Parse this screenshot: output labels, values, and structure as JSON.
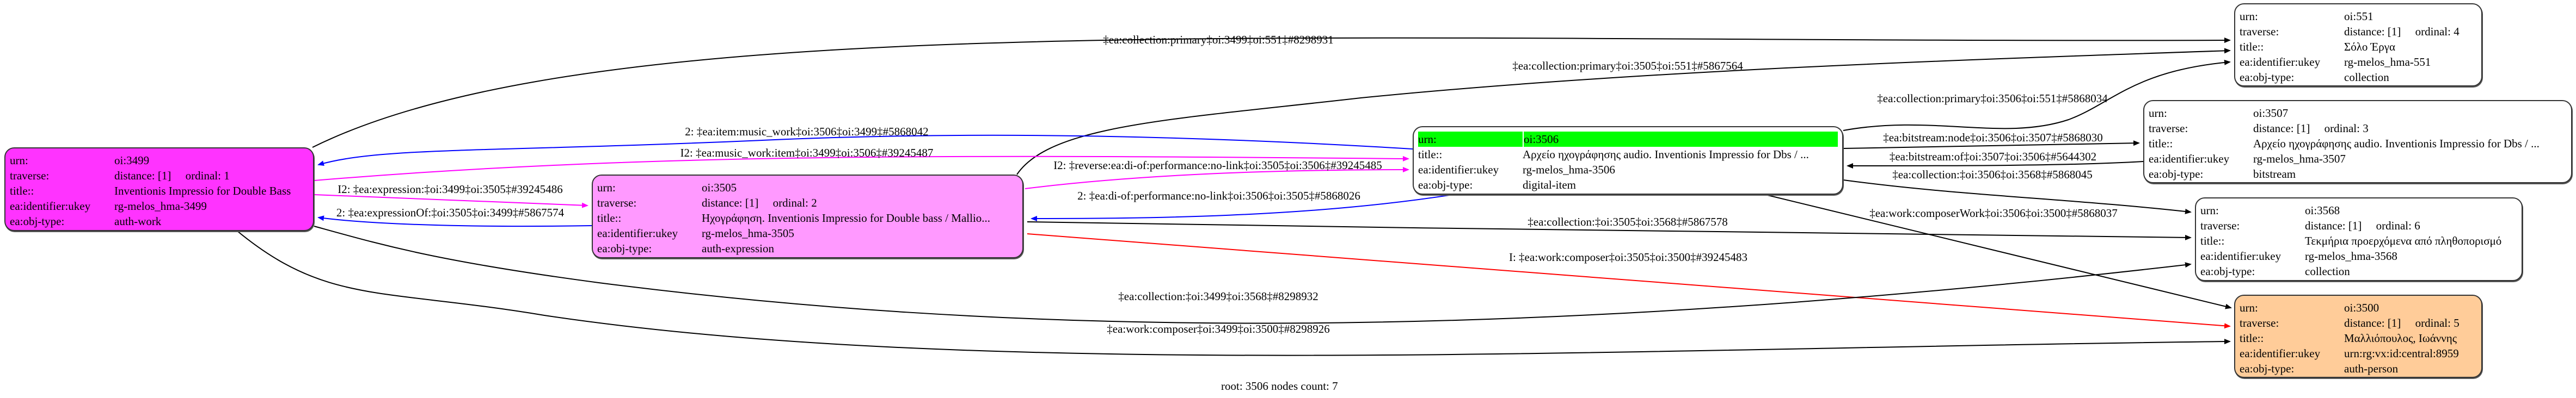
{
  "footer": "root: 3506 nodes count: 7",
  "colors": {
    "auth_work": "#ff33ff",
    "auth_expression": "#ff99ff",
    "root_highlight": "#00ff00",
    "auth_person": "#ffcc99",
    "default": "#ffffff",
    "edge_forward": "#000000",
    "edge_blue": "#0000ff",
    "edge_magenta": "#ff00ff",
    "edge_red": "#ff0000"
  },
  "field_labels": {
    "urn": "urn:",
    "traverse": "traverse:",
    "title": "title::",
    "ukey": "ea:identifier:ukey",
    "type": "ea:obj-type:"
  },
  "nodes": [
    {
      "id": "3499",
      "urn": "oi:3499",
      "traverse": "distance: [1]     ordinal: 1",
      "title": "Inventionis Impressio for Double Bass",
      "ukey": "rg-melos_hma-3499",
      "type": "auth-work",
      "color": "#ff33ff"
    },
    {
      "id": "3505",
      "urn": "oi:3505",
      "traverse": "distance: [1]     ordinal: 2",
      "title": "Ηχογράφηση. Inventionis Impressio for Double bass / Mallio...",
      "ukey": "rg-melos_hma-3505",
      "type": "auth-expression",
      "color": "#ff99ff"
    },
    {
      "id": "3506",
      "urn": "oi:3506",
      "title": "Αρχείο ηχογράφησης audio. Inventionis Impressio for Dbs / ...",
      "ukey": "rg-melos_hma-3506",
      "type": "digital-item",
      "color": "#ffffff",
      "root": true
    },
    {
      "id": "551",
      "urn": "oi:551",
      "traverse": "distance: [1]     ordinal: 4",
      "title": "Σόλο Έργα",
      "ukey": "rg-melos_hma-551",
      "type": "collection",
      "color": "#ffffff"
    },
    {
      "id": "3507",
      "urn": "oi:3507",
      "traverse": "distance: [1]     ordinal: 3",
      "title": "Αρχείο ηχογράφησης audio. Inventionis Impressio for Dbs / ...",
      "ukey": "rg-melos_hma-3507",
      "type": "bitstream",
      "color": "#ffffff"
    },
    {
      "id": "3568",
      "urn": "oi:3568",
      "traverse": "distance: [1]     ordinal: 6",
      "title": "Τεκμήρια προερχόμενα από πληθοπορισμό",
      "ukey": "rg-melos_hma-3568",
      "type": "collection",
      "color": "#ffffff"
    },
    {
      "id": "3500",
      "urn": "oi:3500",
      "traverse": "distance: [1]     ordinal: 5",
      "title": "Μαλλιόπουλος, Ιωάννης",
      "ukey": "urn:rg:vx:id:central:8959",
      "type": "auth-person",
      "color": "#ffcc99"
    }
  ],
  "edges": [
    {
      "from": "3499",
      "to": "551",
      "label": "‡ea:collection:primary‡oi:3499‡oi:551‡#8298931",
      "color": "#000000"
    },
    {
      "from": "3505",
      "to": "551",
      "label": "‡ea:collection:primary‡oi:3505‡oi:551‡#5867564",
      "color": "#000000"
    },
    {
      "from": "3506",
      "to": "551",
      "label": "‡ea:collection:primary‡oi:3506‡oi:551‡#5868034",
      "color": "#000000"
    },
    {
      "from": "3506",
      "to": "3499",
      "label": "2: ‡ea:item:music_work‡oi:3506‡oi:3499‡#5868042",
      "color": "#0000ff"
    },
    {
      "from": "3499",
      "to": "3506",
      "label": "I2: ‡ea:music_work:item‡oi:3499‡oi:3506‡#39245487",
      "color": "#ff00ff"
    },
    {
      "from": "3505",
      "to": "3506",
      "label": "I2: ‡reverse:ea:di-of:performance:no-link‡oi:3505‡oi:3506‡#39245485",
      "color": "#ff00ff"
    },
    {
      "from": "3506",
      "to": "3505",
      "label": "2: ‡ea:di-of:performance:no-link‡oi:3506‡oi:3505‡#5868026",
      "color": "#0000ff"
    },
    {
      "from": "3499",
      "to": "3505",
      "label": "I2: ‡ea:expression:‡oi:3499‡oi:3505‡#39245486",
      "color": "#ff00ff"
    },
    {
      "from": "3505",
      "to": "3499",
      "label": "2: ‡ea:expressionOf:‡oi:3505‡oi:3499‡#5867574",
      "color": "#0000ff"
    },
    {
      "from": "3506",
      "to": "3507",
      "label": "‡ea:bitstream:node‡oi:3506‡oi:3507‡#5868030",
      "color": "#000000"
    },
    {
      "from": "3507",
      "to": "3506",
      "label": "‡ea:bitstream:of‡oi:3507‡oi:3506‡#5644302",
      "color": "#000000"
    },
    {
      "from": "3506",
      "to": "3568",
      "label": "‡ea:collection:‡oi:3506‡oi:3568‡#5868045",
      "color": "#000000"
    },
    {
      "from": "3506",
      "to": "3500",
      "label": "‡ea:work:composerWork‡oi:3506‡oi:3500‡#5868037",
      "color": "#000000"
    },
    {
      "from": "3505",
      "to": "3568",
      "label": "‡ea:collection:‡oi:3505‡oi:3568‡#5867578",
      "color": "#000000"
    },
    {
      "from": "3505",
      "to": "3500",
      "label": "I: ‡ea:work:composer‡oi:3505‡oi:3500‡#39245483",
      "color": "#ff0000"
    },
    {
      "from": "3499",
      "to": "3568",
      "label": "‡ea:collection:‡oi:3499‡oi:3568‡#8298932",
      "color": "#000000"
    },
    {
      "from": "3499",
      "to": "3500",
      "label": "‡ea:work:composer‡oi:3499‡oi:3500‡#8298926",
      "color": "#000000"
    }
  ]
}
